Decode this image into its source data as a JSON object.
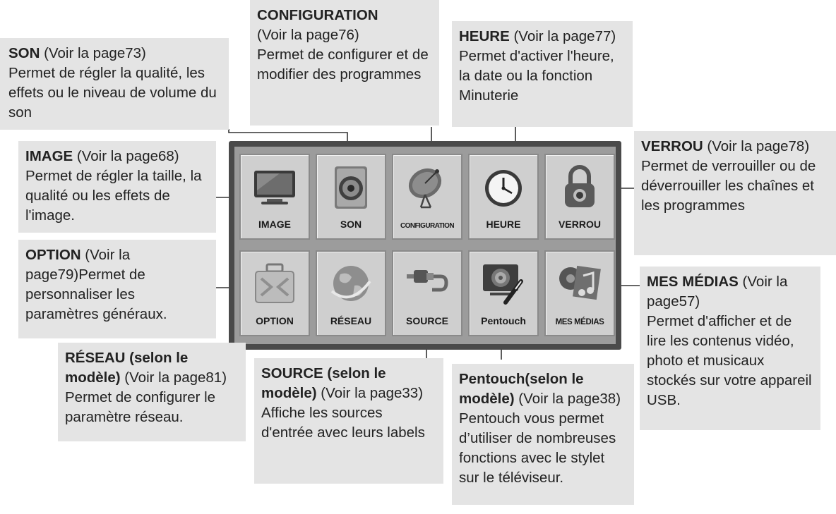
{
  "menu": {
    "tiles": [
      {
        "id": "image",
        "label": "IMAGE",
        "icon": "tv-icon"
      },
      {
        "id": "son",
        "label": "SON",
        "icon": "speaker-icon"
      },
      {
        "id": "configuration",
        "label": "CONFIGURATION",
        "icon": "satellite-dish-icon"
      },
      {
        "id": "heure",
        "label": "HEURE",
        "icon": "clock-icon"
      },
      {
        "id": "verrou",
        "label": "VERROU",
        "icon": "padlock-icon"
      },
      {
        "id": "option",
        "label": "OPTION",
        "icon": "toolbox-icon"
      },
      {
        "id": "reseau",
        "label": "RÉSEAU",
        "icon": "globe-icon"
      },
      {
        "id": "source",
        "label": "SOURCE",
        "icon": "cable-plug-icon"
      },
      {
        "id": "pentouch",
        "label": "Pentouch",
        "icon": "pen-display-icon"
      },
      {
        "id": "mes_medias",
        "label": "MES MÉDIAS",
        "icon": "media-icon"
      }
    ]
  },
  "callouts": {
    "son": {
      "title": "SON",
      "rest": " (Voir la page73)",
      "body": "Permet de régler la qualité, les effets ou le niveau de volume du son"
    },
    "configuration": {
      "title": "CONFIGURATION",
      "rest": "(Voir la page76)",
      "body": "Permet de configurer et de modifier des programmes"
    },
    "heure": {
      "title": "HEURE",
      "rest": " (Voir la page77)",
      "body": "Permet d'activer l'heure, la date ou la fonction Minuterie"
    },
    "image": {
      "title": "IMAGE",
      "rest": " (Voir la page68)",
      "body": "Permet de régler la taille, la qualité ou les effets de l'image."
    },
    "verrou": {
      "title": "VERROU",
      "rest": " (Voir la page78)",
      "body": "Permet de verrouiller ou de déverrouiller les chaînes et les programmes"
    },
    "option": {
      "title": "OPTION",
      "rest": " (Voir la page79)Permet de personnaliser les paramètres généraux."
    },
    "mes_medias": {
      "title": "MES MÉDIAS",
      "rest": " (Voir la page57)",
      "body": "Permet d'afficher et de lire les contenus vidéo, photo et musicaux stockés sur votre appareil USB."
    },
    "reseau": {
      "title": "RÉSEAU (selon le modèle)",
      "rest": " (Voir la page81)",
      "body": "Permet de configurer le paramètre réseau."
    },
    "source": {
      "title": "SOURCE (selon le modèle)",
      "rest": " (Voir la page33)",
      "body": "Affiche les sources d'entrée avec leurs labels"
    },
    "pentouch": {
      "title": "Pentouch(selon le modèle)",
      "rest": " (Voir la page38)",
      "body": "Pentouch vous permet d’utiliser de nombreuses fonctions avec le stylet sur le téléviseur."
    }
  }
}
